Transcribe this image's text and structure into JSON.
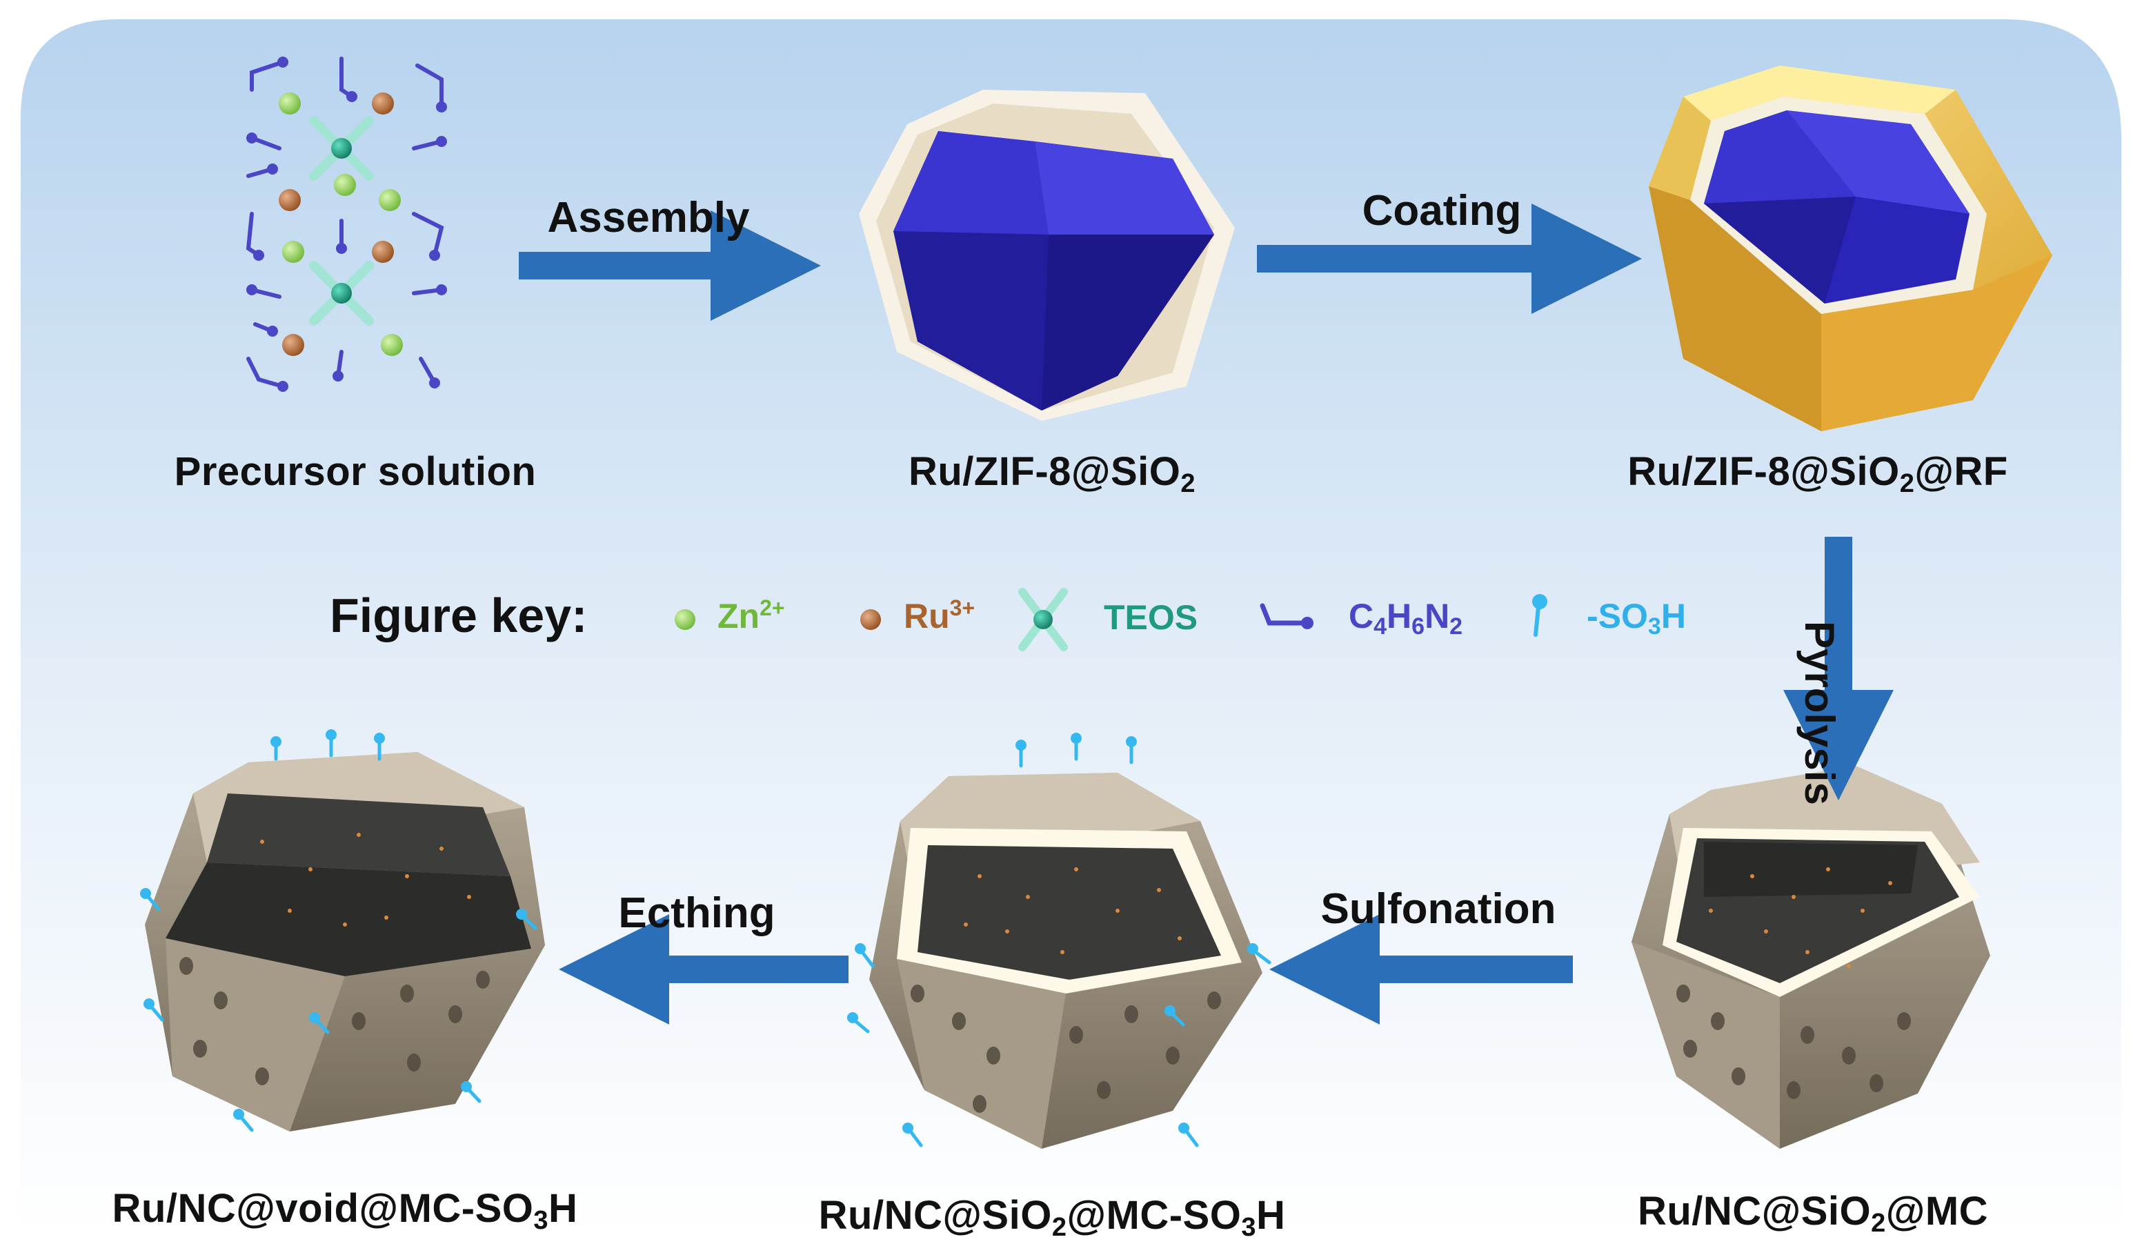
{
  "steps": {
    "assembly": "Assembly",
    "coating": "Coating",
    "pyrolysis": "Pyrolysis",
    "sulfonation": "Sulfonation",
    "etching": "Ecthing"
  },
  "labels": {
    "precursor": "Precursor solution",
    "zif_main": "Ru/ZIF-8@SiO",
    "zif_sub": "2",
    "rf_pre": "Ru/ZIF-8@SiO",
    "rf_sub": "2",
    "rf_post": "@RF",
    "mc_pre": "Ru/NC@SiO",
    "mc_sub": "2",
    "mc_post": "@MC",
    "so3h_pre": "Ru/NC@SiO",
    "so3h_sub": "2",
    "so3h_mid": "@MC-SO",
    "so3h_sub2": "3",
    "so3h_post": "H",
    "void_pre": "Ru/NC@void@MC-SO",
    "void_sub": "3",
    "void_post": "H"
  },
  "key": {
    "title": "Figure key:",
    "zn": "Zn",
    "zn_sup": "2+",
    "ru": "Ru",
    "ru_sup": "3+",
    "teos": "TEOS",
    "ligand_c": "C",
    "ligand_c_sub": "4",
    "ligand_h": "H",
    "ligand_h_sub": "6",
    "ligand_n": "N",
    "ligand_n_sub": "2",
    "so3h_pre": "-SO",
    "so3h_sub": "3",
    "so3h_post": "H"
  },
  "colors": {
    "zn": "#8fd05a",
    "ru": "#b86a3a",
    "teos": "#2aa68a",
    "ligand": "#4a46c6",
    "so3h": "#35b8f0",
    "arrow": "#2a6fb8",
    "zif_core": "#2a24b8",
    "rf_shell": "#e8b93c",
    "carbon_shell": "#8a8070"
  }
}
